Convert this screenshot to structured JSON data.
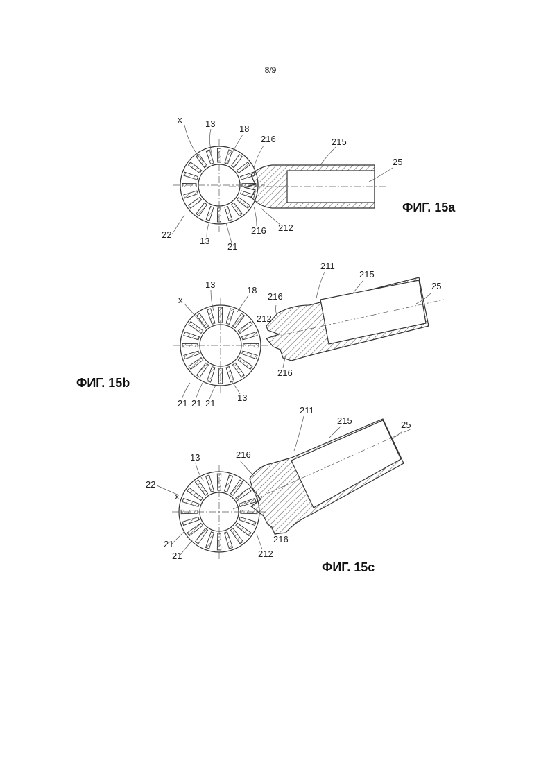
{
  "page": {
    "number": "8/9"
  },
  "figures": [
    {
      "caption": "ФИГ. 15a",
      "labels": {
        "x": "x",
        "l13": "13",
        "l18": "18",
        "l216a": "216",
        "l215": "215",
        "l25": "25",
        "l22": "22",
        "l13b": "13",
        "l21": "21",
        "l216b": "216",
        "l212": "212"
      }
    },
    {
      "caption": "ФИГ. 15b",
      "labels": {
        "x": "x",
        "l13": "13",
        "l18": "18",
        "l216a": "216",
        "l212": "212",
        "l211": "211",
        "l215": "215",
        "l25": "25",
        "l216b": "216",
        "l21a": "21",
        "l21b": "21",
        "l21c": "21",
        "l13b": "13"
      }
    },
    {
      "caption": "ФИГ. 15c",
      "labels": {
        "l211": "211",
        "l215": "215",
        "l25": "25",
        "l216a": "216",
        "l13": "13",
        "l22": "22",
        "x": "x",
        "l21a": "21",
        "l21b": "21",
        "l216b": "216",
        "l212": "212"
      }
    }
  ],
  "colors": {
    "line": "#333333",
    "hatch": "#555555",
    "background": "#ffffff"
  }
}
